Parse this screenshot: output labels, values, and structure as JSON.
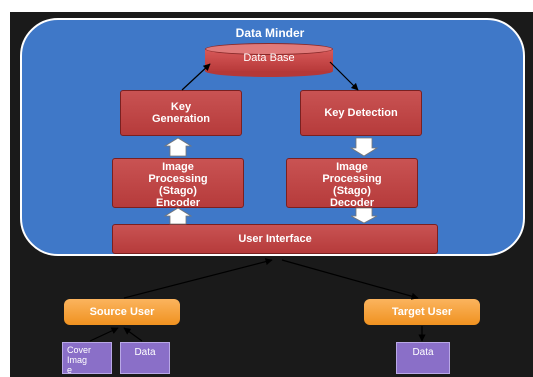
{
  "diagram": {
    "title": "Data Minder",
    "database_label": "Data Base",
    "key_generation_label": "Key Generation",
    "key_detection_label": "Key Detection",
    "encoder_label_lines": [
      "Image",
      "Processing",
      "(Stago)",
      "Encoder"
    ],
    "decoder_label_lines": [
      "Image",
      "Processing",
      "(Stago)",
      "Decoder"
    ],
    "user_interface_label": "User Interface",
    "source_user_label": "Source User",
    "target_user_label": "Target User",
    "cover_image_label_lines": [
      "Cover",
      "Imag",
      "e"
    ],
    "source_data_label": "Data",
    "target_data_label": "Data"
  },
  "colors": {
    "panel": "#3f78c8",
    "process_box": "#c04545",
    "user_box": "#f5a23a",
    "document": "#8a6fc8",
    "background": "#1a1a1a"
  }
}
